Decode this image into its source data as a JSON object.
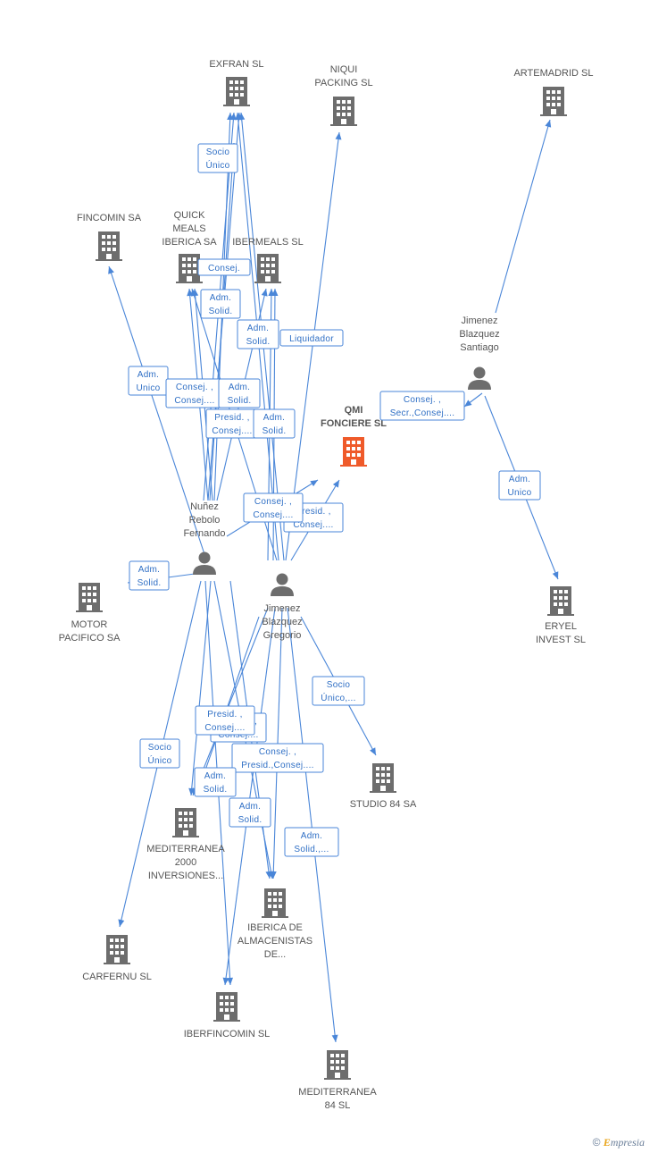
{
  "colors": {
    "edge": "#4a86d8",
    "company": "#6d6d6d",
    "focus_company": "#ef5a2a",
    "person": "#6d6d6d"
  },
  "nodes": [
    {
      "id": "exfran",
      "type": "company",
      "lines": [
        "EXFRAN SL"
      ],
      "icon": "building-icon"
    },
    {
      "id": "niqui",
      "type": "company",
      "lines": [
        "NIQUI",
        "PACKING SL"
      ],
      "icon": "building-icon"
    },
    {
      "id": "artemadrid",
      "type": "company",
      "lines": [
        "ARTEMADRID SL"
      ],
      "icon": "building-icon"
    },
    {
      "id": "fincomin",
      "type": "company",
      "lines": [
        "FINCOMIN SA"
      ],
      "icon": "building-icon"
    },
    {
      "id": "quick",
      "type": "company",
      "lines": [
        "QUICK",
        "MEALS",
        "IBERICA SA"
      ],
      "icon": "building-icon"
    },
    {
      "id": "ibermeals",
      "type": "company",
      "lines": [
        "IBERMEALS SL"
      ],
      "icon": "building-icon"
    },
    {
      "id": "santiago",
      "type": "person",
      "lines": [
        "Jimenez",
        "Blazquez",
        "Santiago"
      ],
      "icon": "person-icon"
    },
    {
      "id": "qmi",
      "type": "focus",
      "lines": [
        "QMI",
        "FONCIERE  SL"
      ],
      "icon": "building-icon"
    },
    {
      "id": "fernando",
      "type": "person",
      "lines": [
        "Nuñez",
        "Rebolo",
        "Fernando"
      ],
      "icon": "person-icon"
    },
    {
      "id": "gregorio",
      "type": "person",
      "lines": [
        "Jimenez",
        "Blazquez",
        "Gregorio"
      ],
      "icon": "person-icon"
    },
    {
      "id": "motor",
      "type": "company",
      "lines": [
        "MOTOR",
        "PACIFICO SA"
      ],
      "icon": "building-icon"
    },
    {
      "id": "eryel",
      "type": "company",
      "lines": [
        "ERYEL",
        "INVEST  SL"
      ],
      "icon": "building-icon"
    },
    {
      "id": "studio",
      "type": "company",
      "lines": [
        "STUDIO 84 SA"
      ],
      "icon": "building-icon"
    },
    {
      "id": "mediterranea2000",
      "type": "company",
      "lines": [
        "MEDITERRANEA",
        "2000",
        "INVERSIONES..."
      ],
      "icon": "building-icon"
    },
    {
      "id": "iberica",
      "type": "company",
      "lines": [
        "IBERICA DE",
        "ALMACENISTAS",
        "DE..."
      ],
      "icon": "building-icon"
    },
    {
      "id": "carfernu",
      "type": "company",
      "lines": [
        "CARFERNU SL"
      ],
      "icon": "building-icon"
    },
    {
      "id": "iberfincomin",
      "type": "company",
      "lines": [
        "IBERFINCOMIN SL"
      ],
      "icon": "building-icon"
    },
    {
      "id": "mediterranea84",
      "type": "company",
      "lines": [
        "MEDITERRANEA",
        "84  SL"
      ],
      "icon": "building-icon"
    }
  ],
  "relations": [
    {
      "id": "r1",
      "lines": [
        "Socio",
        "Único"
      ]
    },
    {
      "id": "r2",
      "lines": [
        "Adm.",
        "Solid."
      ]
    },
    {
      "id": "r3",
      "lines": [
        "Consej."
      ]
    },
    {
      "id": "r4",
      "lines": [
        "Adm.",
        "Solid."
      ]
    },
    {
      "id": "r5",
      "lines": [
        "Adm.",
        "Solid."
      ]
    },
    {
      "id": "r6",
      "lines": [
        "Liquidador"
      ]
    },
    {
      "id": "r7",
      "lines": [
        "Adm.",
        "Unico"
      ]
    },
    {
      "id": "r8",
      "lines": [
        "Consej. ,",
        "Consej...."
      ]
    },
    {
      "id": "r9",
      "lines": [
        "Adm.",
        "Solid."
      ]
    },
    {
      "id": "r10",
      "lines": [
        "Presid. ,",
        "Consej...."
      ]
    },
    {
      "id": "r11",
      "lines": [
        "Adm.",
        "Solid."
      ]
    },
    {
      "id": "r12",
      "lines": [
        "Consej. ,",
        "Secr.,Consej...."
      ]
    },
    {
      "id": "r13",
      "lines": [
        "Presid. ,",
        "Consej...."
      ]
    },
    {
      "id": "r14",
      "lines": [
        "Consej. ,",
        "Consej...."
      ]
    },
    {
      "id": "r15",
      "lines": [
        "Adm.",
        "Unico"
      ]
    },
    {
      "id": "r16",
      "lines": [
        "Adm.",
        "Solid."
      ]
    },
    {
      "id": "r17",
      "lines": [
        "Socio",
        "Único,..."
      ]
    },
    {
      "id": "r18",
      "lines": [
        "Consej. ,",
        "Consej...."
      ]
    },
    {
      "id": "r19",
      "lines": [
        "Presid. ,",
        "Consej...."
      ]
    },
    {
      "id": "r20",
      "lines": [
        "Socio",
        "Único"
      ]
    },
    {
      "id": "r21",
      "lines": [
        "Consej. ,",
        "Presid.,Consej...."
      ]
    },
    {
      "id": "r22",
      "lines": [
        "Adm.",
        "Solid."
      ]
    },
    {
      "id": "r23",
      "lines": [
        "Adm.",
        "Solid."
      ]
    },
    {
      "id": "r24",
      "lines": [
        "Adm.",
        "Solid.,..."
      ]
    }
  ],
  "watermark": {
    "symbol": "©",
    "brand_initial": "E",
    "brand_rest": "mpresia"
  }
}
